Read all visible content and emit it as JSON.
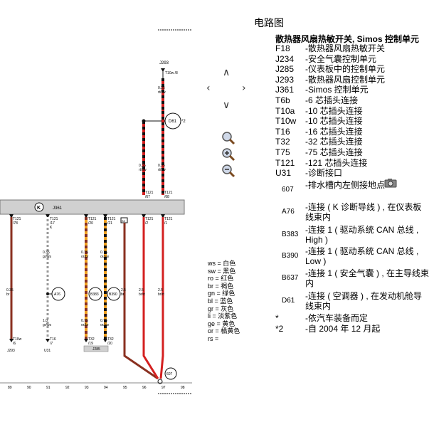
{
  "page": {
    "title": "电路图"
  },
  "legend": {
    "heading": "散热器风扇热敏开关, Simos 控制单元",
    "items": [
      {
        "code": "F18",
        "desc": "-散热器风扇热敏开关"
      },
      {
        "code": "J234",
        "desc": "-安全气囊控制单元"
      },
      {
        "code": "J285",
        "desc": "-仪表板中的控制单元"
      },
      {
        "code": "J293",
        "desc": "-散热器风扇控制单元"
      },
      {
        "code": "J361",
        "desc": "-Simos 控制单元"
      },
      {
        "code": "T6b",
        "desc": "-6 芯插头连接"
      },
      {
        "code": "T10a",
        "desc": "-10 芯插头连接"
      },
      {
        "code": "T10w",
        "desc": "-10 芯插头连接"
      },
      {
        "code": "T16",
        "desc": "-16 芯插头连接"
      },
      {
        "code": "T32",
        "desc": "-32 芯插头连接"
      },
      {
        "code": "T75",
        "desc": "-75 芯插头连接"
      },
      {
        "code": "T121",
        "desc": "-121 芯插头连接"
      },
      {
        "code": "U31",
        "desc": "-诊断接口"
      }
    ],
    "extras": [
      {
        "code": "607",
        "desc": "-排水槽内左侧接地点"
      },
      {
        "code": "A76",
        "desc": "-连接 ( K 诊断导线 ) , 在仪表板线束内"
      },
      {
        "code": "B383",
        "desc": "-连接 1 ( 驱动系统 CAN 总线 , High )"
      },
      {
        "code": "B390",
        "desc": "-连接 1 ( 驱动系统 CAN 总线 , Low )"
      },
      {
        "code": "B637",
        "desc": "-连接 1 ( 安全气囊 ) , 在主导线束内"
      },
      {
        "code": "D61",
        "desc": "-连接 ( 空调器 ) , 在发动机舱导线束内"
      }
    ],
    "notes": [
      {
        "mark": "*",
        "desc": "-依汽车装备而定"
      },
      {
        "mark": "*2",
        "desc": "-自 2004 年 12 月起"
      }
    ]
  },
  "color_key": [
    "ws = 白色",
    "sw = 黑色",
    "ro = 红色",
    "br = 褐色",
    "gn = 绿色",
    "bl = 蓝色",
    "gr = 灰色",
    "li = 淡紫色",
    "ge = 黄色",
    "or = 橘黄色",
    "rs ="
  ],
  "nav_icons": [
    "arrow-up-icon",
    "arrow-left-icon",
    "arrow-right-icon",
    "arrow-down-icon",
    "zoom-reset-icon",
    "zoom-in-icon",
    "zoom-out-icon",
    "camera-icon"
  ],
  "colors": {
    "wire_red": "#d42020",
    "wire_brown": "#8a3020",
    "wire_black": "#111111",
    "wire_orange": "#f0a020",
    "wire_yellow": "#f2d020",
    "bus_gray": "#d0d0d0"
  },
  "diagram": {
    "top_connector": "J293",
    "top_pin": "T10w /8",
    "d61_label": "D61",
    "d61_note": "*2",
    "unit_bar_label": "J361",
    "unit_bar_symbol": "K",
    "upper_wires": [
      {
        "size": "0.35",
        "color": "rt/sw"
      },
      {
        "size": "0.35",
        "color": "rt/sw"
      },
      {
        "size": "0.35",
        "color": "rt/sw"
      }
    ],
    "upper_pins": [
      {
        "conn": "T121",
        "pin": "/67"
      },
      {
        "conn": "T121",
        "pin": "/68"
      }
    ],
    "lower_pins": [
      {
        "conn": "T121",
        "pin": "/78"
      },
      {
        "conn": "T121",
        "pin": "/17",
        "extra": "K"
      },
      {
        "conn": "T121",
        "pin": "/20"
      },
      {
        "conn": "T121",
        "pin": "/21"
      },
      {
        "conn": "T121",
        "pin": "/2"
      },
      {
        "conn": "T121",
        "pin": "/1"
      }
    ],
    "lower_wires": [
      {
        "size": "0.35",
        "color": "br"
      },
      {
        "size": "0.35",
        "color": "gr/ws"
      },
      {
        "size": "0.75",
        "color": "or/br"
      },
      {
        "size": "0.75",
        "color": "or/sw"
      },
      {
        "size": "2.5",
        "color": "br"
      },
      {
        "size": "2.5",
        "color": "br/rt"
      },
      {
        "size": "2.5",
        "color": "br/rt"
      }
    ],
    "lower_wires_2": [
      {
        "size": "1.0",
        "color": "gr/ws"
      },
      {
        "size": "0.75",
        "color": "or/br"
      },
      {
        "size": "0.75",
        "color": "or/sw"
      }
    ],
    "splices": [
      "A76",
      "B383",
      "B390"
    ],
    "ground": "607",
    "box_label": "B3",
    "bottom_pins": [
      {
        "conn": "T10w",
        "pin": "/6"
      },
      {
        "conn": "T16",
        "pin": "/7"
      },
      {
        "conn": "T32",
        "pin": "/19"
      },
      {
        "conn": "T32",
        "pin": "/20"
      }
    ],
    "bottom_units": [
      "J293",
      "U31",
      "J285"
    ],
    "ruler": [
      "89",
      "90",
      "91",
      "92",
      "93",
      "94",
      "95",
      "96",
      "97",
      "98"
    ]
  }
}
